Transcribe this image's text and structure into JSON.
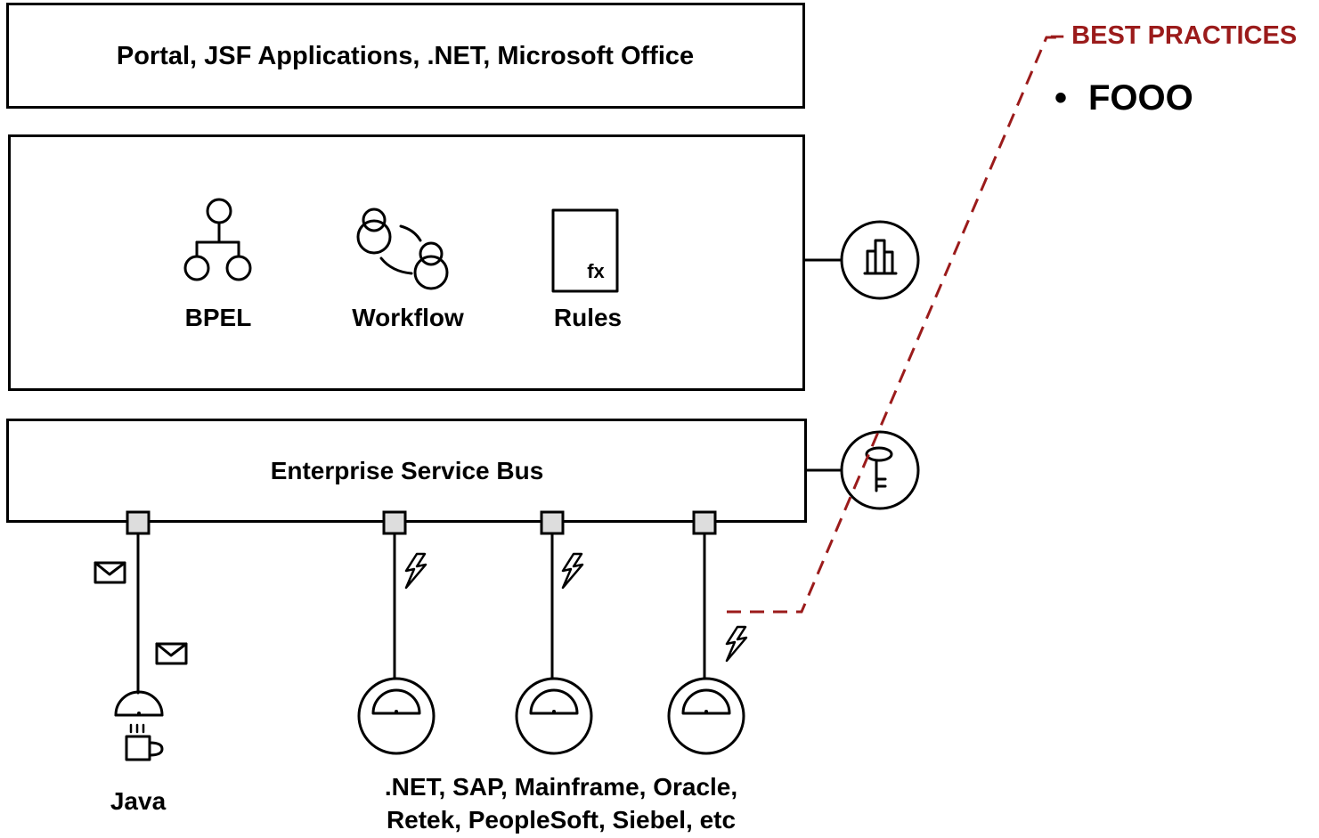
{
  "layers": {
    "presentation": "Portal, JSF Applications, .NET, Microsoft Office",
    "process": {
      "bpel": "BPEL",
      "workflow": "Workflow",
      "rules": "Rules",
      "rules_glyph": "fx"
    },
    "esb": "Enterprise Service Bus"
  },
  "endpoints": {
    "java": "Java",
    "adapters_line1": ".NET, SAP, Mainframe, Oracle,",
    "adapters_line2": "Retek, PeopleSoft, Siebel, etc"
  },
  "callout": {
    "title": "– BEST PRACTICES",
    "bullet_marker": "•",
    "bullet": "FOOO"
  },
  "colors": {
    "callout": "#9b1b1b",
    "port_fill": "#dddddd",
    "stroke": "#000000"
  },
  "icons": {
    "bpel": "bpel-process-icon",
    "workflow": "workflow-people-icon",
    "rules": "rules-document-icon",
    "monitoring": "bar-chart-icon",
    "security": "key-icon",
    "message": "envelope-icon",
    "adapter": "lightning-icon",
    "java": "coffee-cup-icon",
    "service": "gauge-icon"
  }
}
